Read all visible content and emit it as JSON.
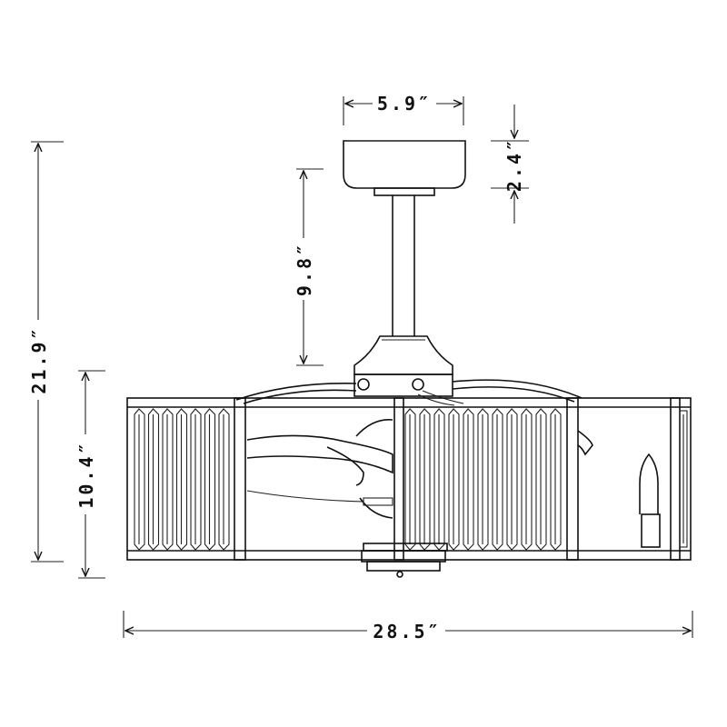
{
  "diagram": {
    "dimensions": {
      "canopy_width": "5.9″",
      "canopy_height": "2.4″",
      "downrod_length": "9.8″",
      "overall_height": "21.9″",
      "body_height": "10.4″",
      "overall_width": "28.5″"
    },
    "colors": {
      "line": "#111111",
      "background": "#ffffff"
    }
  }
}
